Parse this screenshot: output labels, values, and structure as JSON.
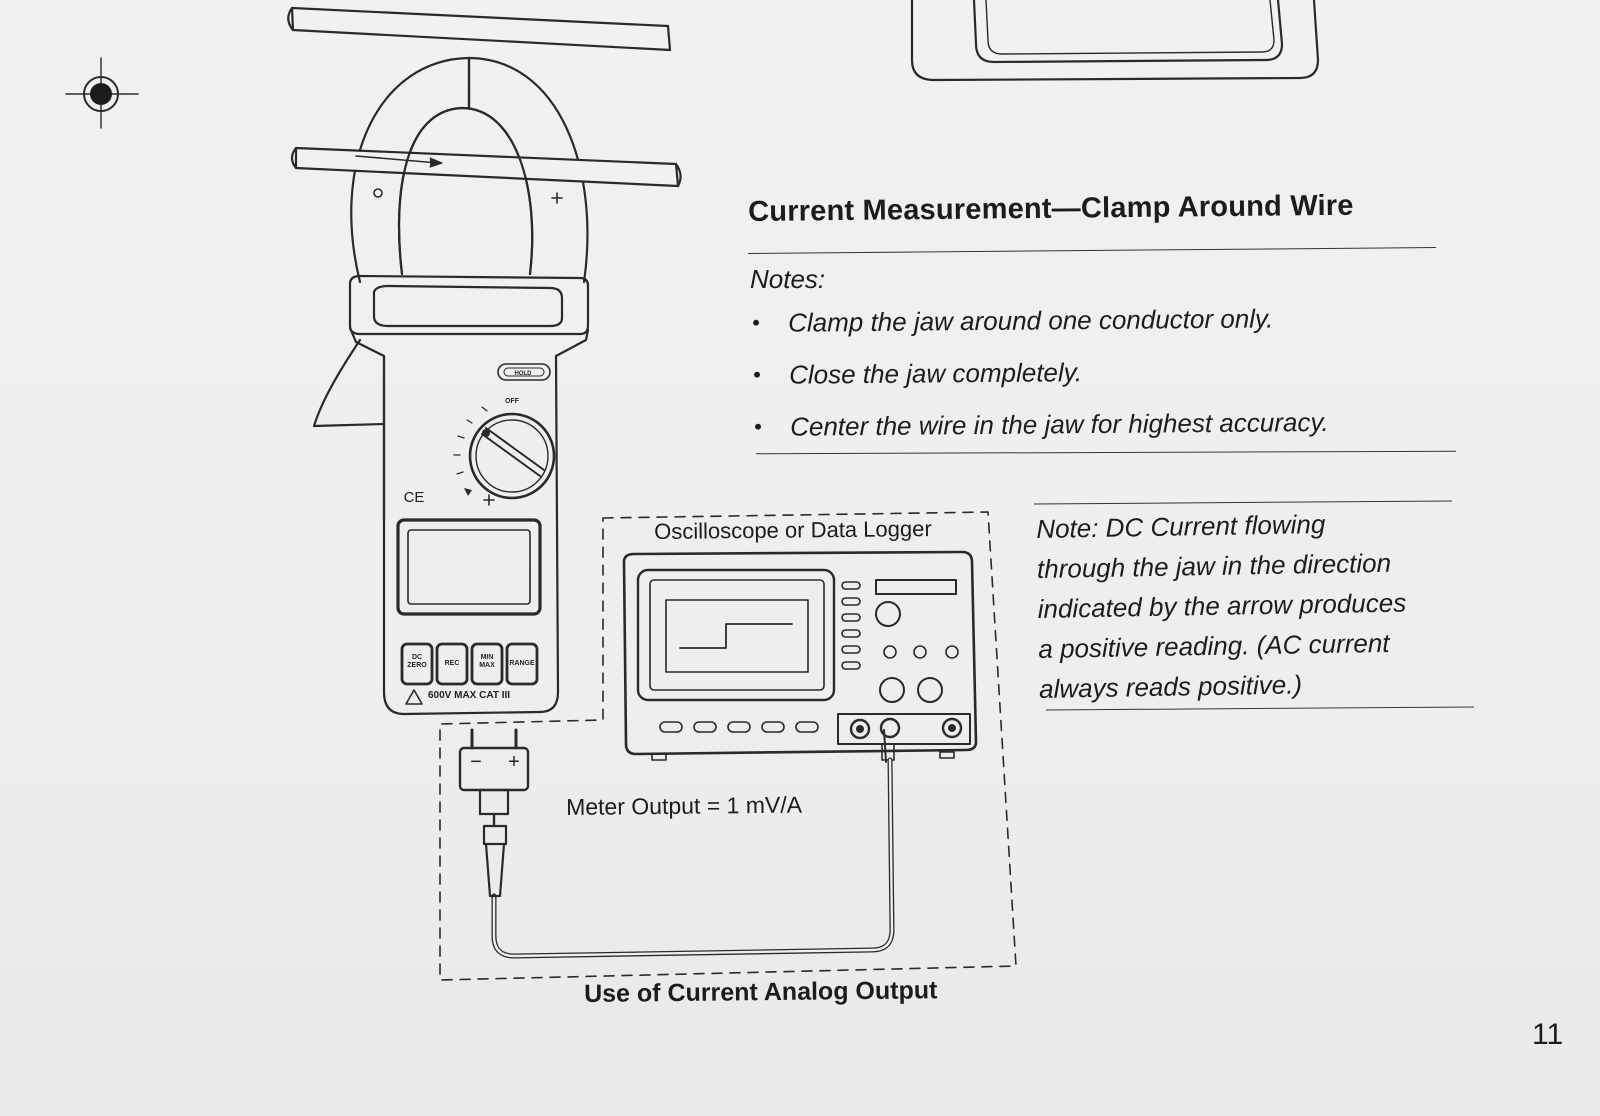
{
  "section_heading": "Current Measurement—Clamp Around Wire",
  "notes": {
    "label": "Notes:",
    "items": [
      "Clamp the jaw around one conductor only.",
      "Close the jaw completely.",
      "Center the wire in the jaw for highest accuracy."
    ]
  },
  "side_note": {
    "lines": [
      "Note:  DC Current flowing",
      "through the jaw in the direction",
      "indicated by the arrow produces",
      "a positive reading. (AC current",
      "always reads positive.)"
    ]
  },
  "diagram": {
    "instrument_label": "Oscilloscope or Data Logger",
    "meter_output": "Meter Output = 1 mV/A",
    "caption": "Use of Current Analog Output",
    "meter": {
      "hold_label": "HOLD",
      "off_label": "OFF",
      "ce_mark": "CE",
      "buttons": [
        "DC ZERO",
        "REC",
        "MIN MAX",
        "RANGE"
      ],
      "rating": "600V MAX CAT III",
      "plug_minus": "−",
      "plug_plus": "+"
    }
  },
  "page_number": "11"
}
